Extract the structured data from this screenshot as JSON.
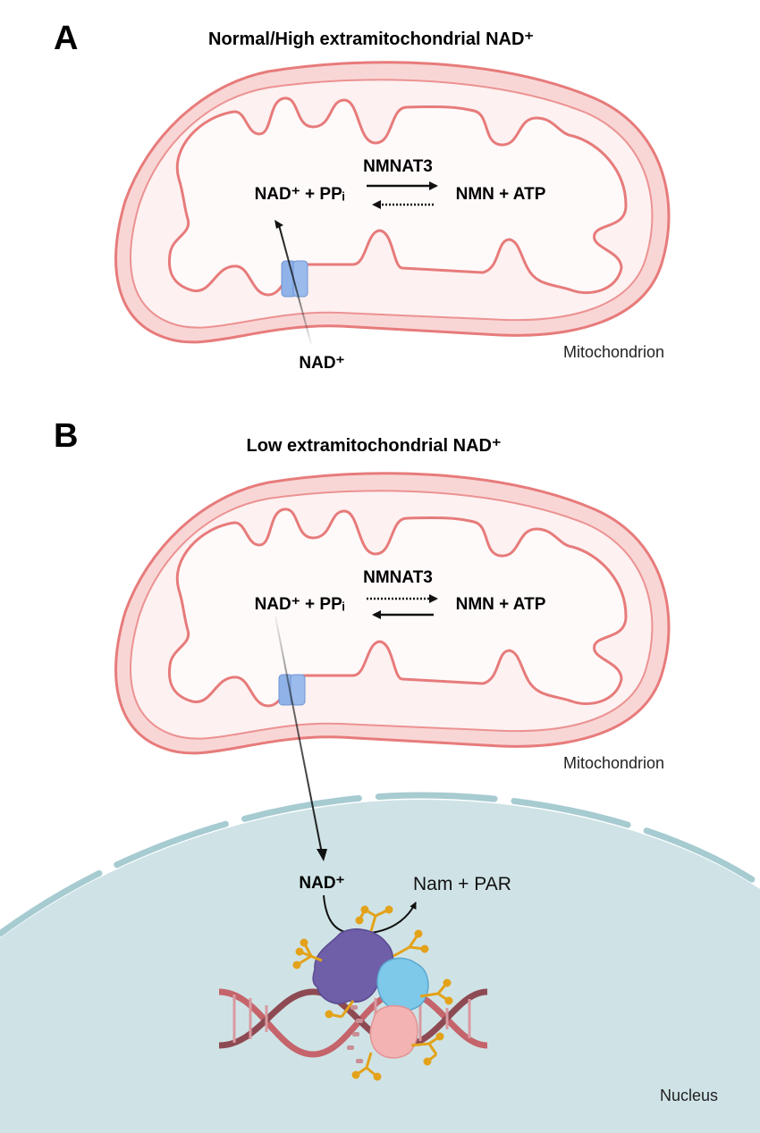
{
  "panel_a": {
    "letter": "A",
    "title": "Normal/High extramitochondrial NAD⁺",
    "enzyme": "NMNAT3",
    "left_side": "NAD⁺ + PPᵢ",
    "right_side": "NMN + ATP",
    "transported": "NAD⁺",
    "organelle_label": "Mitochondrion",
    "forward_arrow": "solid",
    "reverse_arrow": "dotted"
  },
  "panel_b": {
    "letter": "B",
    "title": "Low extramitochondrial NAD⁺",
    "enzyme": "NMNAT3",
    "left_side": "NAD⁺ + PPᵢ",
    "right_side": "NMN + ATP",
    "organelle_label": "Mitochondrion",
    "nucleus_nad": "NAD⁺",
    "products": "Nam + PAR",
    "nucleus_label": "Nucleus",
    "forward_arrow": "dotted",
    "reverse_arrow": "solid"
  },
  "colors": {
    "membrane": "#e77b7b",
    "matrix": "#fdeeee",
    "intermembrane": "#f9d6d6",
    "transporter": "#8fb2e8",
    "nucleus": "#cfe3e6",
    "nuclear_envelope": "#a6cbd1",
    "parp_purple": "#6f5ea8",
    "protein_blue": "#7ec8ea",
    "protein_pink": "#f3b3b3",
    "par_chain": "#e3a21a",
    "dna": "#c5646b"
  }
}
